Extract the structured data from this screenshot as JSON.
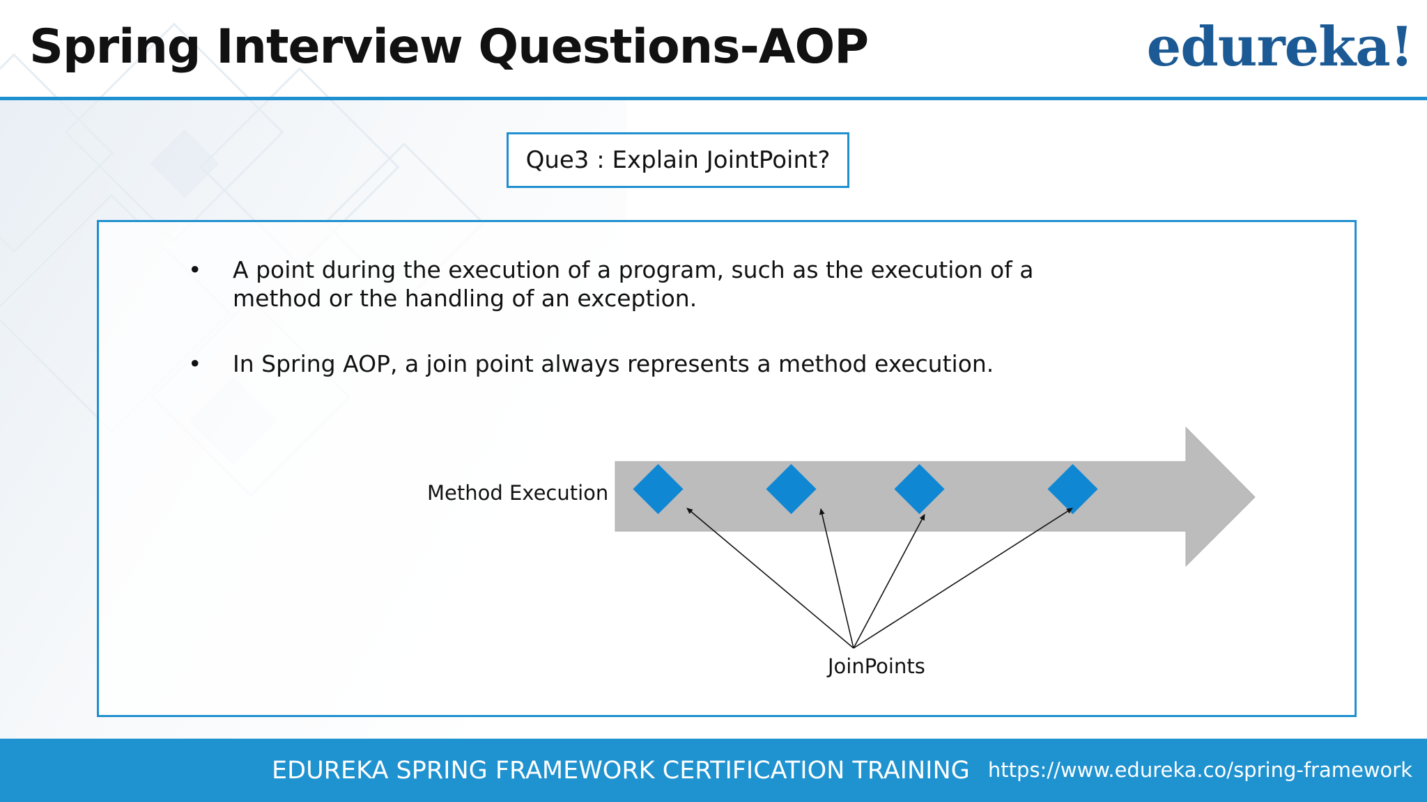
{
  "header": {
    "title": "Spring Interview Questions-AOP",
    "logo_text": "edureka!"
  },
  "question": "Que3 : Explain JointPoint?",
  "bullets": [
    {
      "symbol": "•",
      "text": "A point during the execution of a program, such as the execution of a method or the handling of an exception."
    },
    {
      "symbol": "•",
      "text": "In Spring AOP, a join point always represents a method execution."
    }
  ],
  "diagram": {
    "method_label": "Method Execution",
    "joinpoints_label": "JoinPoints",
    "arrow_color": "#bcbcbd",
    "joinpoint_color": "#0f87d3",
    "joinpoint_count": 4
  },
  "footer": {
    "title": "EDUREKA SPRING FRAMEWORK CERTIFICATION TRAINING",
    "url": "https://www.edureka.co/spring-framework"
  },
  "colors": {
    "accent": "#1e8fcf",
    "logo": "#1b5a94",
    "footer_bg": "#1f92d0"
  }
}
